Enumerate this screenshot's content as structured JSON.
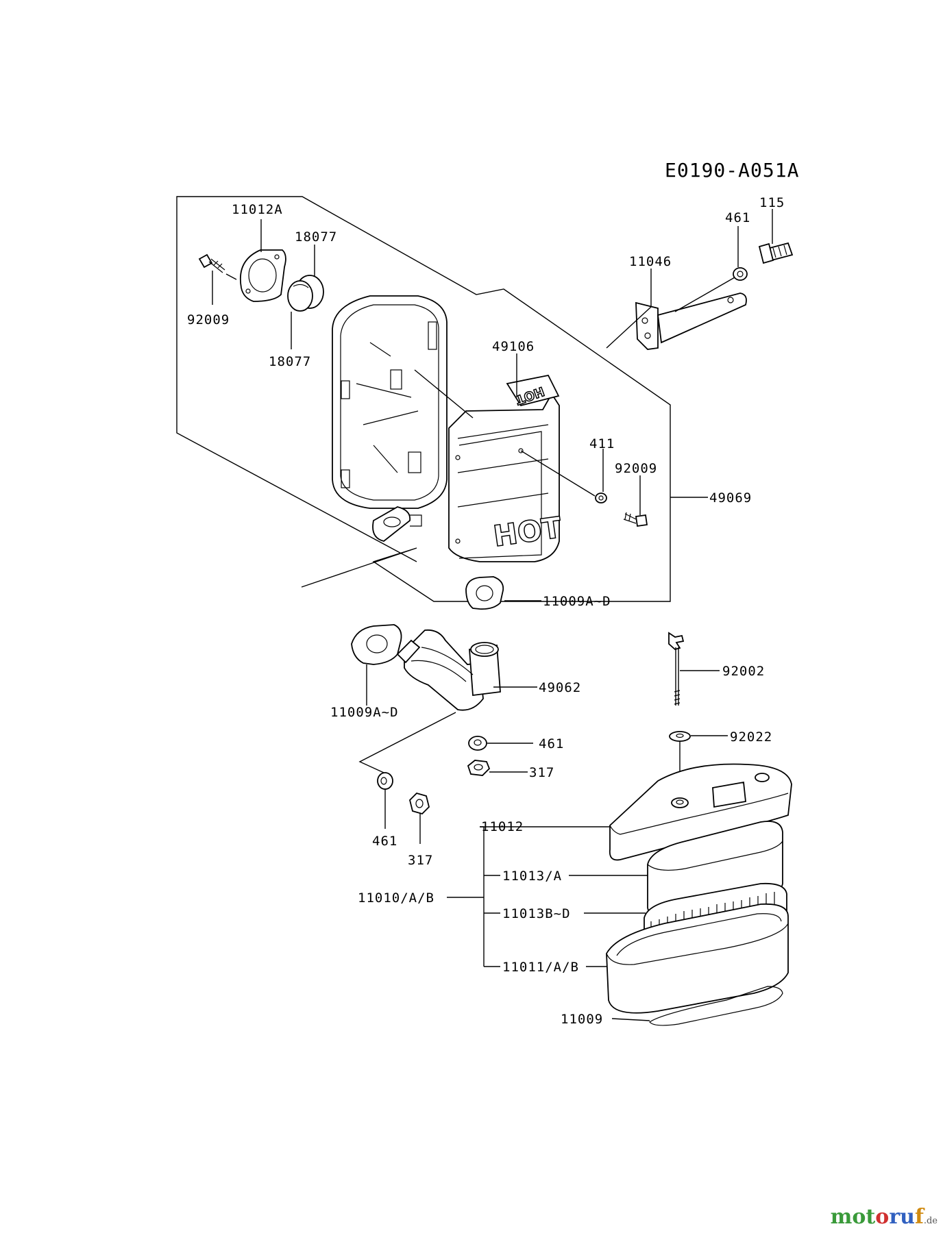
{
  "diagram": {
    "code": "E0190-A051A",
    "labels": {
      "l_11012A": "11012A",
      "l_18077a": "18077",
      "l_18077b": "18077",
      "l_92009a": "92009",
      "l_115": "115",
      "l_461a": "461",
      "l_11046": "11046",
      "l_49106": "49106",
      "l_411": "411",
      "l_92009b": "92009",
      "l_49069": "49069",
      "l_11009AD_a": "11009A~D",
      "l_11009AD_b": "11009A~D",
      "l_49062": "49062",
      "l_92002": "92002",
      "l_92022": "92022",
      "l_461b": "461",
      "l_317a": "317",
      "l_461c": "461",
      "l_317b": "317",
      "l_11012": "11012",
      "l_11013A": "11013/A",
      "l_11010AB": "11010/A/B",
      "l_11013BD": "11013B~D",
      "l_11011AB": "11011/A/B",
      "l_11009": "11009"
    },
    "hot_text": "HOT"
  },
  "watermark": {
    "part1": "mot",
    "part2": "o",
    "part3": "ru",
    "part4": "f",
    "tld": ".de"
  }
}
